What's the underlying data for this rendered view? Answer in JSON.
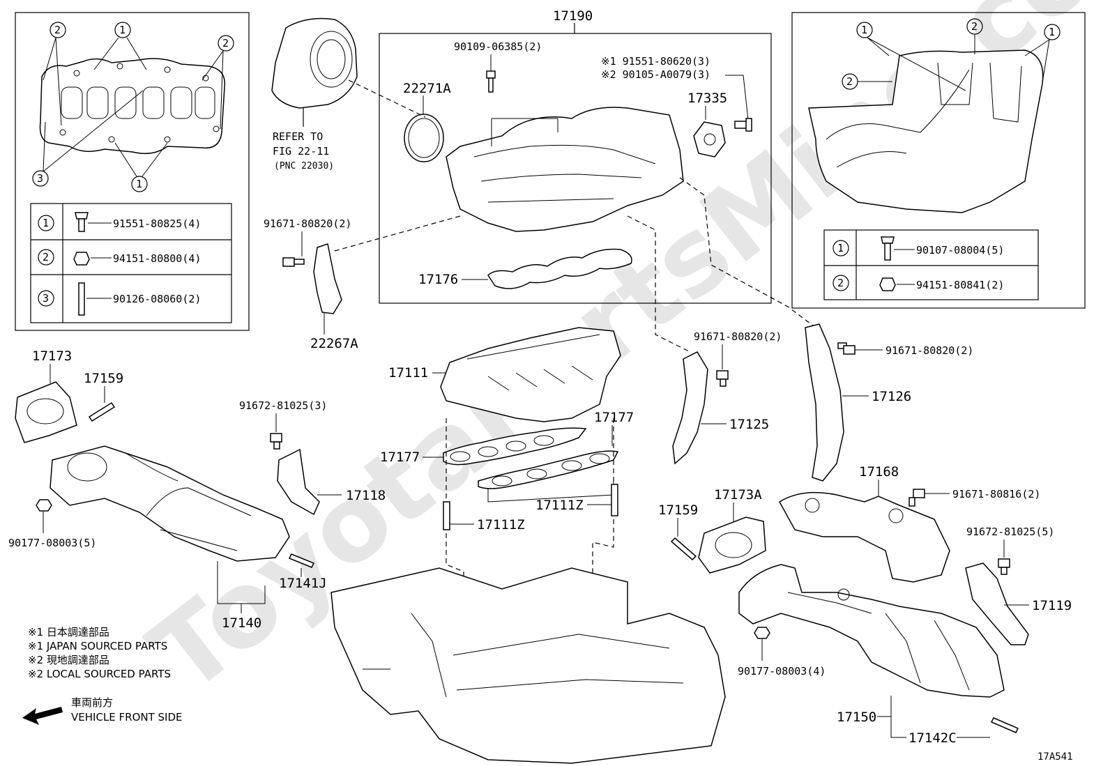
{
  "watermark": "ToyotaPartsMine.com",
  "diagram_id": "17A541",
  "refer": {
    "line1": "REFER TO",
    "line2": "FIG 22-11",
    "line3": "(PNC 22030)"
  },
  "notes": [
    "※1  日本調達部品",
    "※1  JAPAN SOURCED PARTS",
    "※2  現地調達部品",
    "※2  LOCAL SOURCED PARTS"
  ],
  "front": {
    "jp": "車両前方",
    "en": "VEHICLE FRONT SIDE"
  },
  "left_table": [
    {
      "num": "1",
      "part": "91551-80825(4)"
    },
    {
      "num": "2",
      "part": "94151-80800(4)"
    },
    {
      "num": "3",
      "part": "90126-08060(2)"
    }
  ],
  "right_table": [
    {
      "num": "1",
      "part": "90107-08004(5)"
    },
    {
      "num": "2",
      "part": "94151-80841(2)"
    }
  ],
  "left_inset_callouts": [
    "2",
    "1",
    "2",
    "3",
    "1"
  ],
  "right_inset_callouts": [
    "1",
    "2",
    "1",
    "2"
  ],
  "labels": {
    "p17190": "17190",
    "p90109": "90109-06385(2)",
    "p22271A": "22271A",
    "n1": "※1  91551-80620(3)",
    "n2": "※2  90105-A0079(3)",
    "p17335": "17335",
    "p17176": "17176",
    "p91671a": "91671-80820(2)",
    "p22267A": "22267A",
    "p17173": "17173",
    "p17159a": "17159",
    "p17111": "17111",
    "p91672a": "91672-81025(3)",
    "p17177a": "17177",
    "p17177b": "17177",
    "p17118": "17118",
    "p17111Za": "17111Z",
    "p17111Zb": "17111Z",
    "p90177a": "90177-08003(5)",
    "p17141J": "17141J",
    "p17140": "17140",
    "p91671b": "91671-80820(2)",
    "p17125": "17125",
    "p91671c": "91671-80820(2)",
    "p17126": "17126",
    "p17168": "17168",
    "p91671d": "91671-80816(2)",
    "p17159b": "17159",
    "p17173A": "17173A",
    "p91672b": "91672-81025(5)",
    "p17119": "17119",
    "p90177b": "90177-08003(4)",
    "p17150": "17150",
    "p17142C": "17142C"
  }
}
